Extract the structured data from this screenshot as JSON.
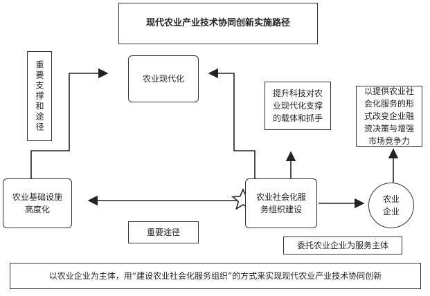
{
  "title": "现代农业产业技术协同创新实施路径",
  "nodes": {
    "modernization": "农业现代化",
    "infrastructure": "农业基础设施高度化",
    "service_org": "农业社会化服务组织建设",
    "enterprise": "农业企业"
  },
  "labels": {
    "support_path": "重要支撑和途径",
    "carrier": "提升科技对农业现代化支撑的载体和抓手",
    "enterprise_effect": "以提供农业社会化服务的形式改变企业融资决策与增强市场竞争力",
    "important_path": "重要途径",
    "entrust": "委托农业企业为服务主体"
  },
  "footer": "以农业企业为主体，用“建设农业社会化服务组织”的方式来实现现代农业产业技术协同创新"
}
